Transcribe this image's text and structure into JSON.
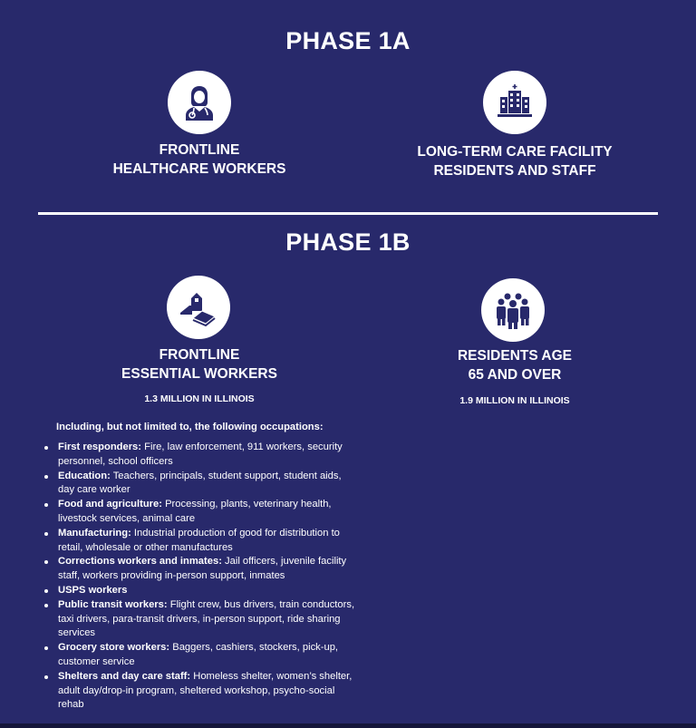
{
  "colors": {
    "background": "#28296b",
    "foreground": "#ffffff",
    "icon_fill": "#28296b"
  },
  "phase_1a": {
    "title": "PHASE 1A",
    "groups": [
      {
        "icon": "doctor-icon",
        "title_line1": "FRONTLINE",
        "title_line2": "HEALTHCARE WORKERS"
      },
      {
        "icon": "hospital-building-icon",
        "title_line1": "LONG-TERM CARE FACILITY",
        "title_line2": "RESIDENTS AND STAFF"
      }
    ]
  },
  "phase_1b": {
    "title": "PHASE 1B",
    "groups": [
      {
        "icon": "school-book-icon",
        "title_line1": "FRONTLINE",
        "title_line2": "ESSENTIAL WORKERS",
        "count": "1.3 MILLION IN ILLINOIS"
      },
      {
        "icon": "people-group-icon",
        "title_line1": "RESIDENTS AGE",
        "title_line2": "65 AND OVER",
        "count": "1.9 MILLION IN ILLINOIS"
      }
    ],
    "occupations_intro": "Including, but not limited to, the following occupations:",
    "occupations": [
      {
        "label": "First responders:",
        "text": " Fire, law enforcement, 911 workers, security personnel, school officers"
      },
      {
        "label": "Education:",
        "text": " Teachers, principals, student support, student aids, day care worker"
      },
      {
        "label": "Food and agriculture:",
        "text": " Processing, plants, veterinary health, livestock services, animal care"
      },
      {
        "label": "Manufacturing:",
        "text": " Industrial production of good for distribution to retail, wholesale or other manufactures"
      },
      {
        "label": "Corrections workers and inmates:",
        "text": " Jail officers, juvenile facility staff, workers providing in-person support, inmates"
      },
      {
        "label": "USPS workers",
        "text": ""
      },
      {
        "label": "Public transit workers:",
        "text": " Flight crew, bus drivers, train conductors, taxi drivers, para-transit drivers, in-person support, ride sharing services"
      },
      {
        "label": "Grocery store workers:",
        "text": " Baggers, cashiers, stockers, pick-up, customer service"
      },
      {
        "label": "Shelters and day care staff:",
        "text": " Homeless shelter, women’s shelter, adult day/drop-in program, sheltered workshop, psycho-social rehab"
      }
    ]
  }
}
